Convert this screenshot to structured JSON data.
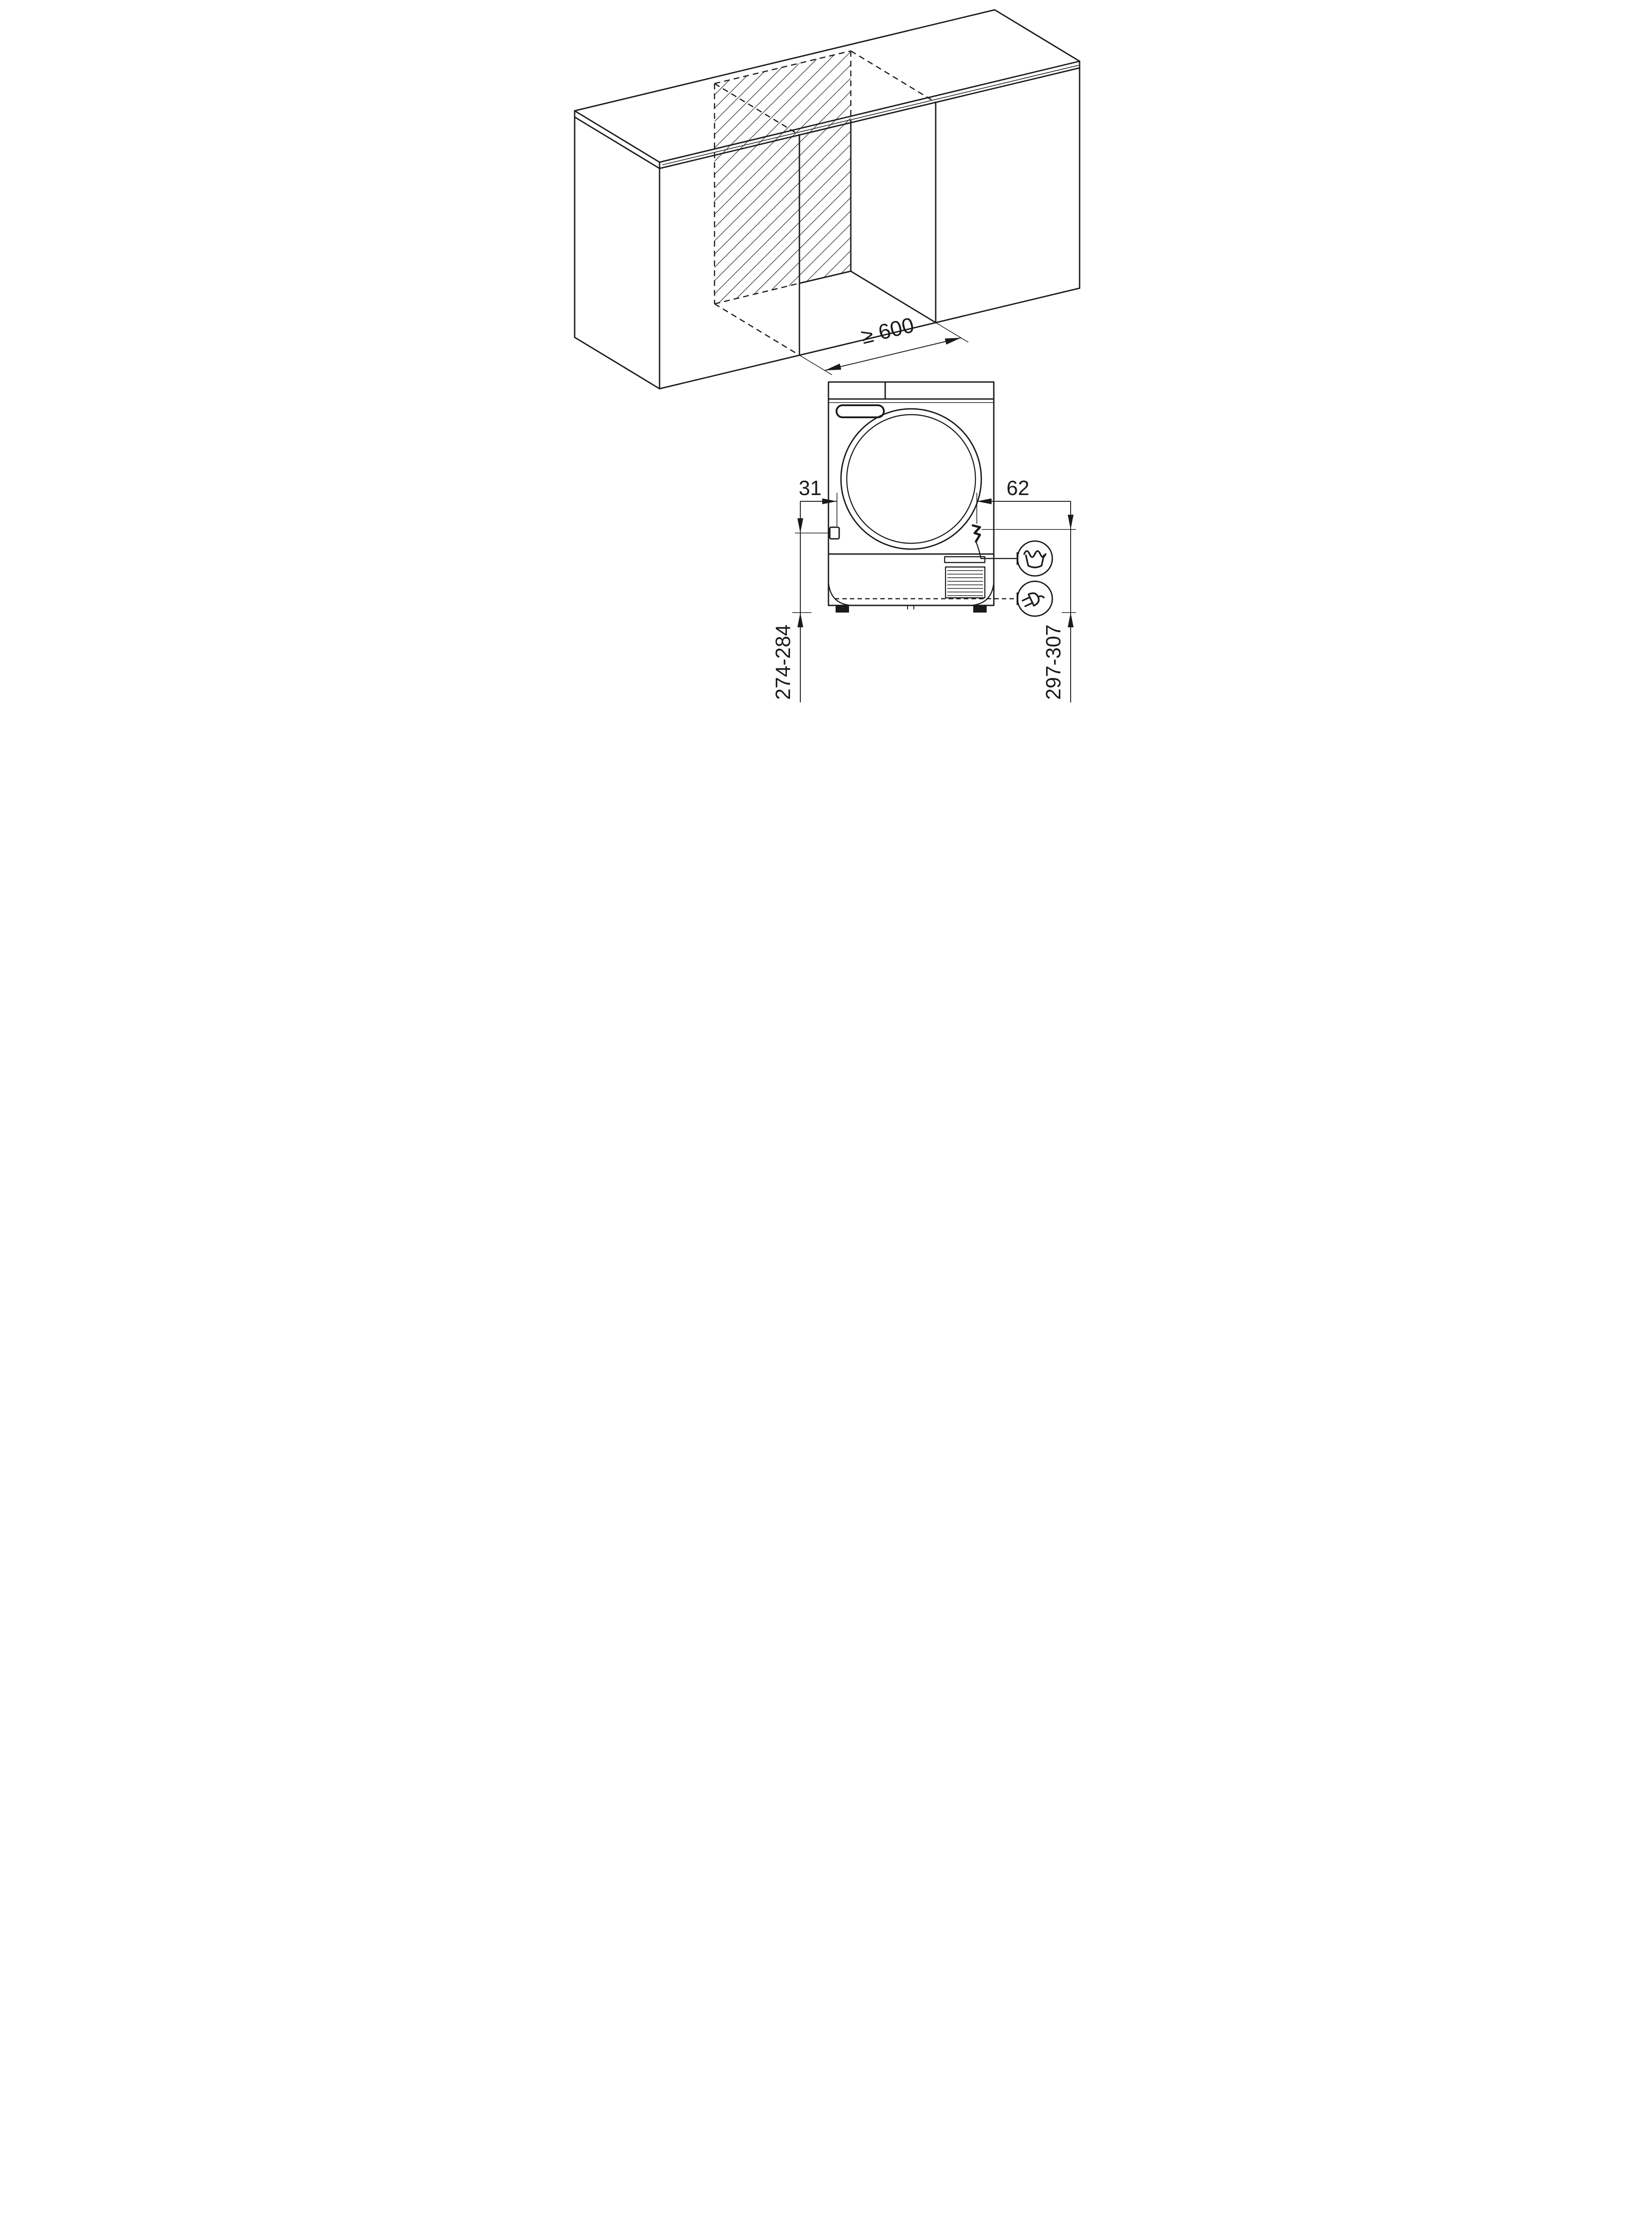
{
  "page": {
    "background": "#FFFFFF",
    "line_color": "#1A1A1A"
  },
  "niche_view": {
    "description_name": "built-under-niche-isometric",
    "dimensions": {
      "niche_width": "≥ 600"
    }
  },
  "front_view": {
    "description_name": "dryer-front-view",
    "dimensions": {
      "left_offset": "31",
      "right_offset": "62",
      "left_height": "274-284",
      "right_height": "297-307"
    },
    "icons": {
      "drain": "drain-tub-icon",
      "power": "power-plug-icon",
      "hose": "drain-hose-icon",
      "cable": "cable-entry-icon"
    }
  }
}
